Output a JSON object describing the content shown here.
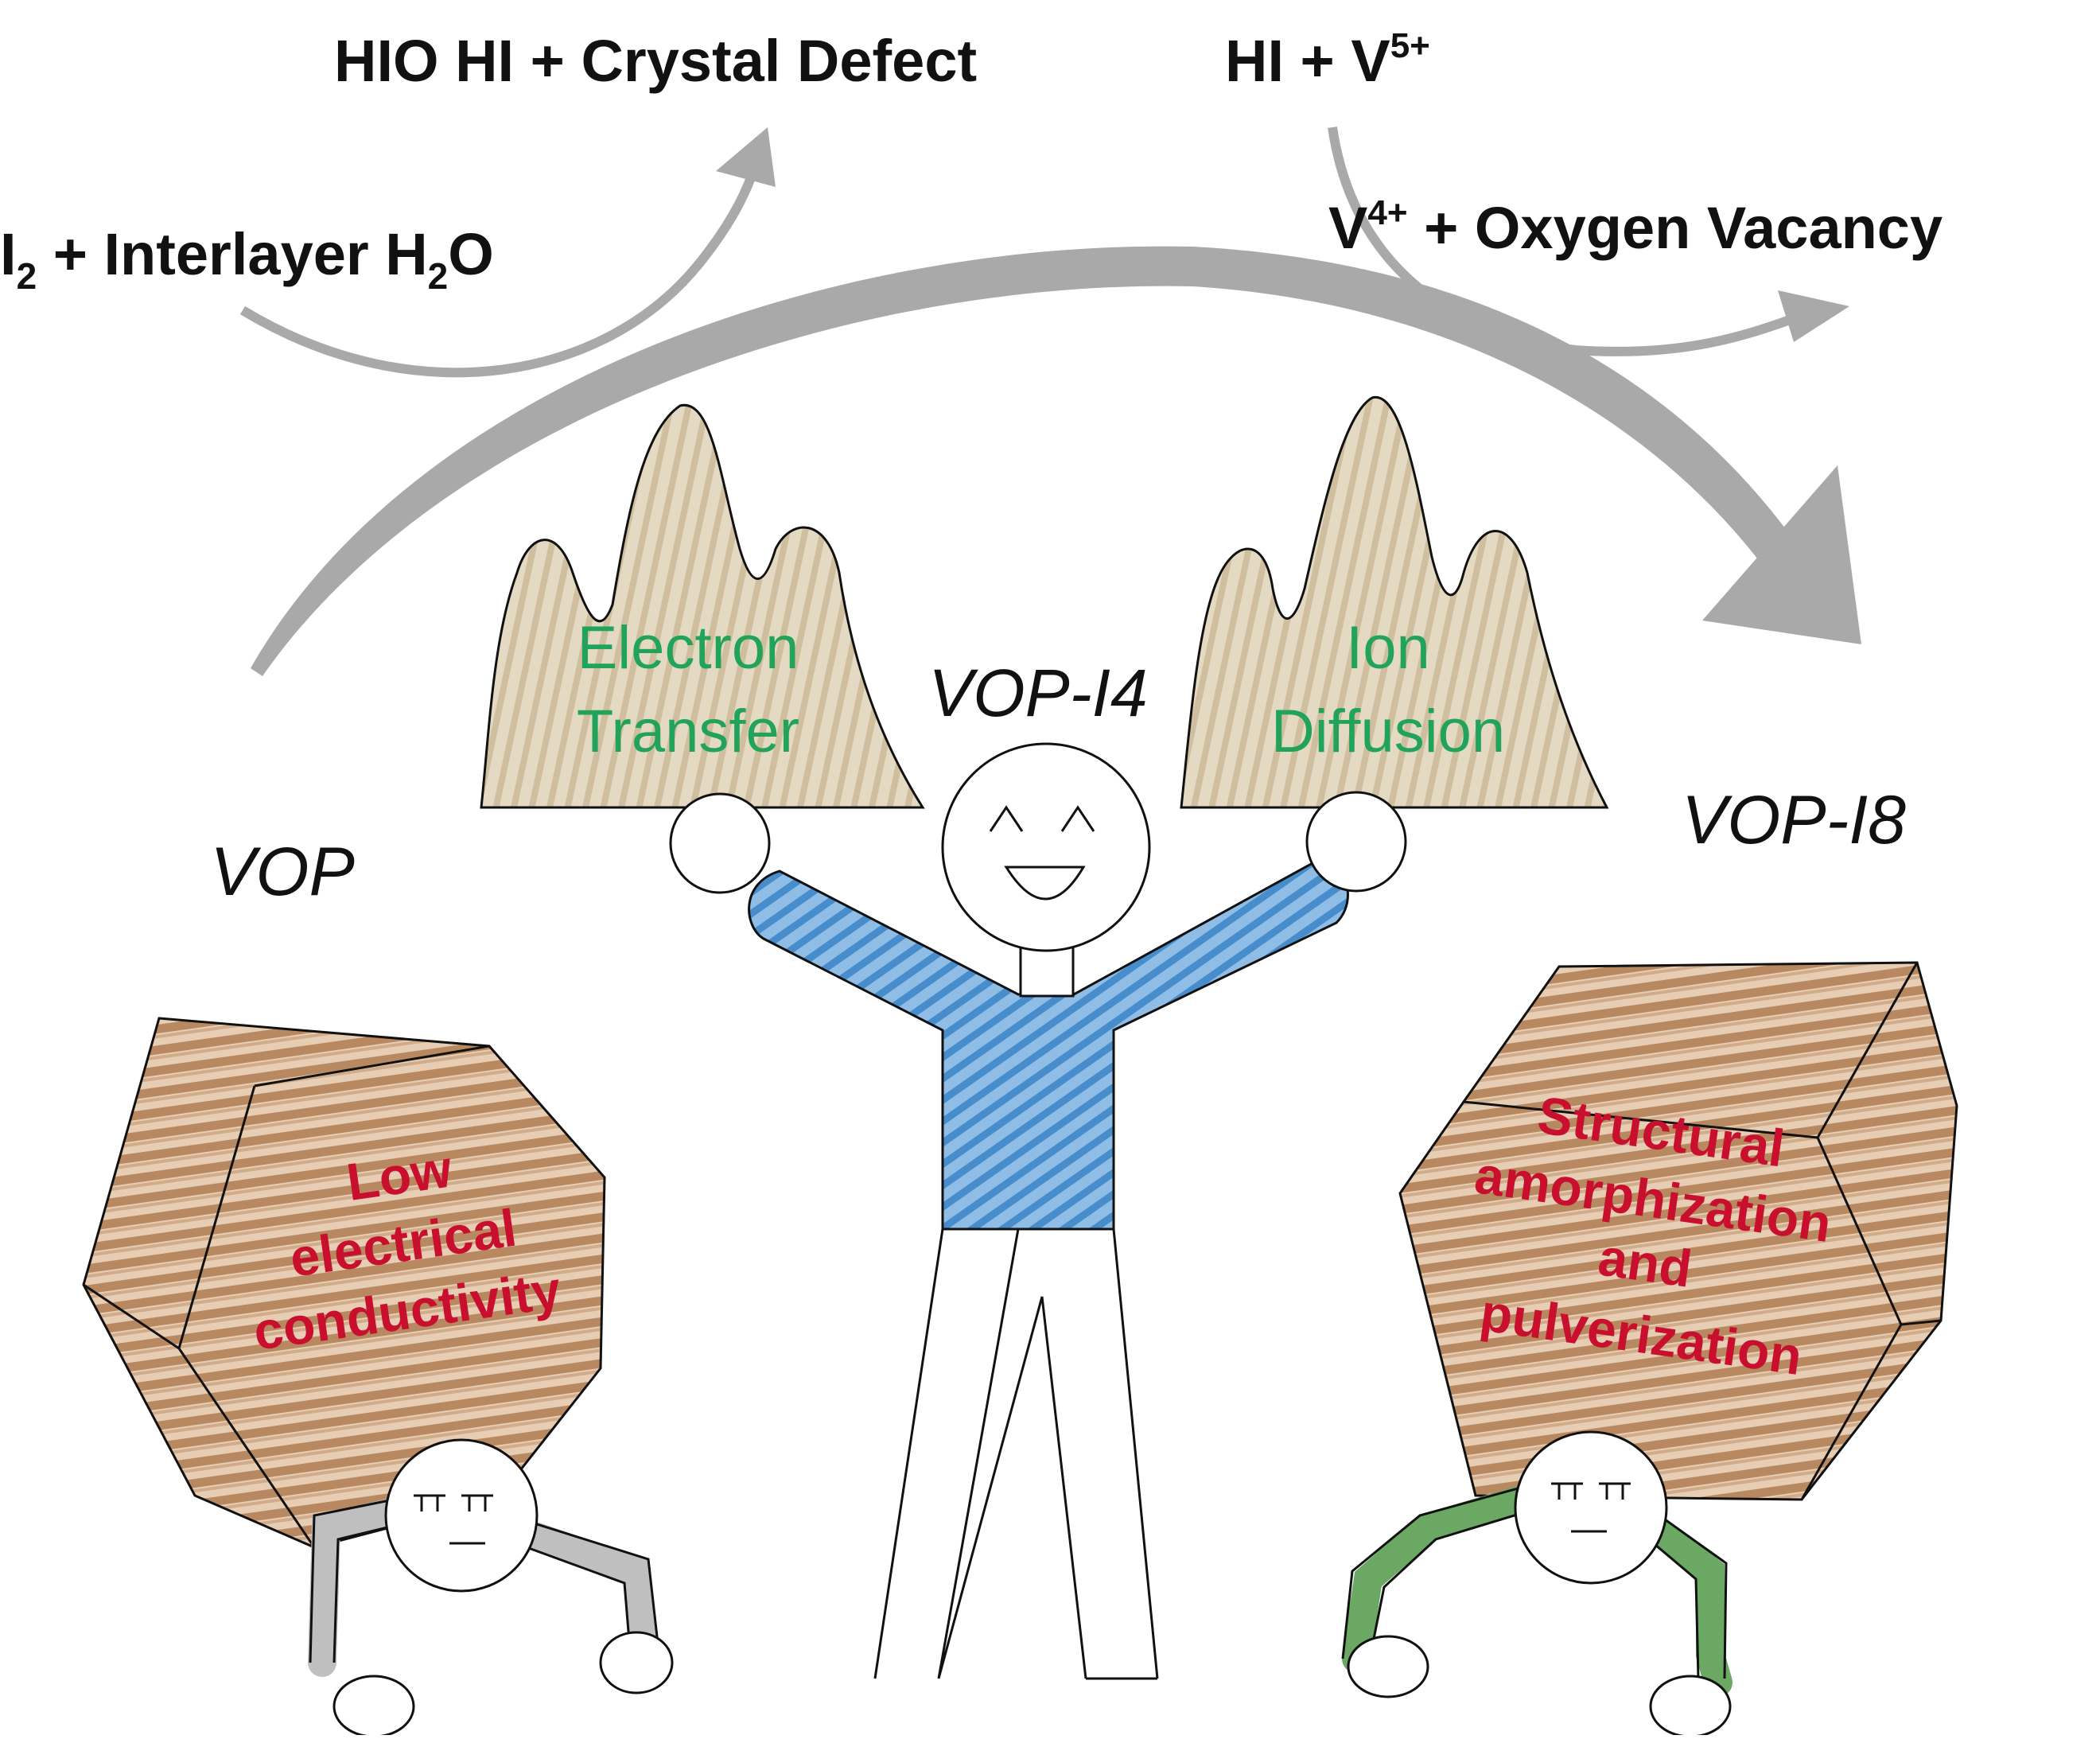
{
  "colors": {
    "arrow": "#a9a9a9",
    "text": "#111111",
    "mountain": "#d9cdb2",
    "mountain_stroke": "#b7a582",
    "rock": "#b07d52",
    "rock_light": "#e6cdb3",
    "shirt": "#3f88c8",
    "green_text": "#21a35b",
    "red_text": "#c8102e",
    "gray_limb": "#bfbfbf",
    "green_limb": "#6aa864"
  },
  "reactions": {
    "left": {
      "i2": "I",
      "i2_sub": "2",
      "rest": " + Interlayer H",
      "h2_sub": "2",
      "o": "O"
    },
    "top_left": "HIO HI + Crystal Defect",
    "top_right": {
      "base": "HI + V",
      "sup": "5+"
    },
    "right": {
      "base": "V",
      "sup": "4+",
      "rest": " + Oxygen Vacancy"
    }
  },
  "mountains": {
    "left": [
      "Electron",
      "Transfer"
    ],
    "right": [
      "Ion",
      "Diffusion"
    ]
  },
  "figures": {
    "left_name": "VOP",
    "center_name": "VOP-I4",
    "right_name": "VOP-I8"
  },
  "rocks": {
    "left": [
      "Low",
      "electrical",
      "conductivity"
    ],
    "right": [
      "Structural",
      "amorphization",
      "and",
      "pulverization"
    ]
  },
  "icons": [
    "curved-arrow-icon",
    "mountain-icon",
    "stick-figure-icon",
    "rock-icon"
  ]
}
